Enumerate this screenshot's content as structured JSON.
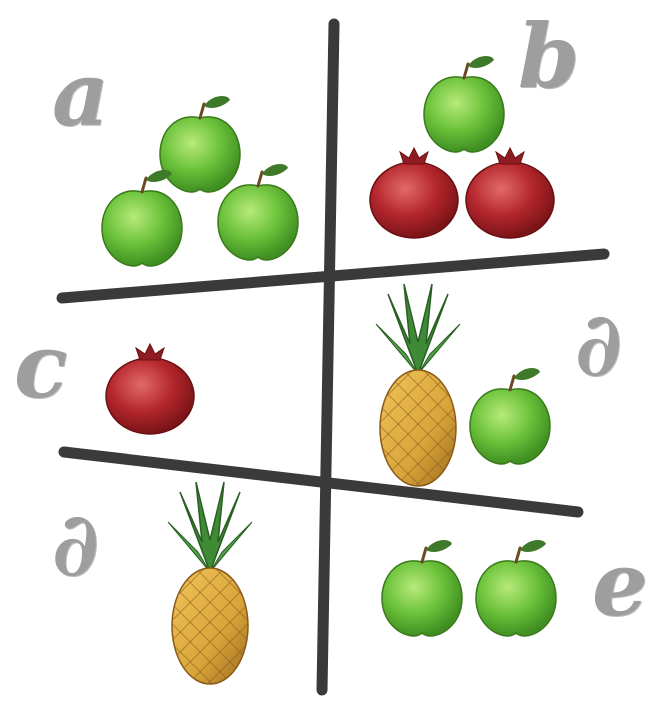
{
  "letters": {
    "a": "a",
    "b": "b",
    "c": "c",
    "d_right": "∂",
    "d_left": "∂",
    "e": "e"
  },
  "colors": {
    "grid_line": "#3a3a3a",
    "letter": "#9e9e9e",
    "apple_green": "#6cc23a",
    "pomegranate_red": "#b3262c",
    "pineapple_body": "#d9a53a",
    "pineapple_leaves": "#3f8a35"
  },
  "cells": [
    {
      "id": "a",
      "items": [
        "apple",
        "apple",
        "apple"
      ]
    },
    {
      "id": "b",
      "items": [
        "apple",
        "pomegranate",
        "pomegranate"
      ]
    },
    {
      "id": "c",
      "items": [
        "pomegranate"
      ]
    },
    {
      "id": "d_right",
      "items": [
        "pineapple",
        "apple"
      ]
    },
    {
      "id": "d_left",
      "items": [
        "pineapple"
      ]
    },
    {
      "id": "e",
      "items": [
        "apple",
        "apple"
      ]
    }
  ]
}
